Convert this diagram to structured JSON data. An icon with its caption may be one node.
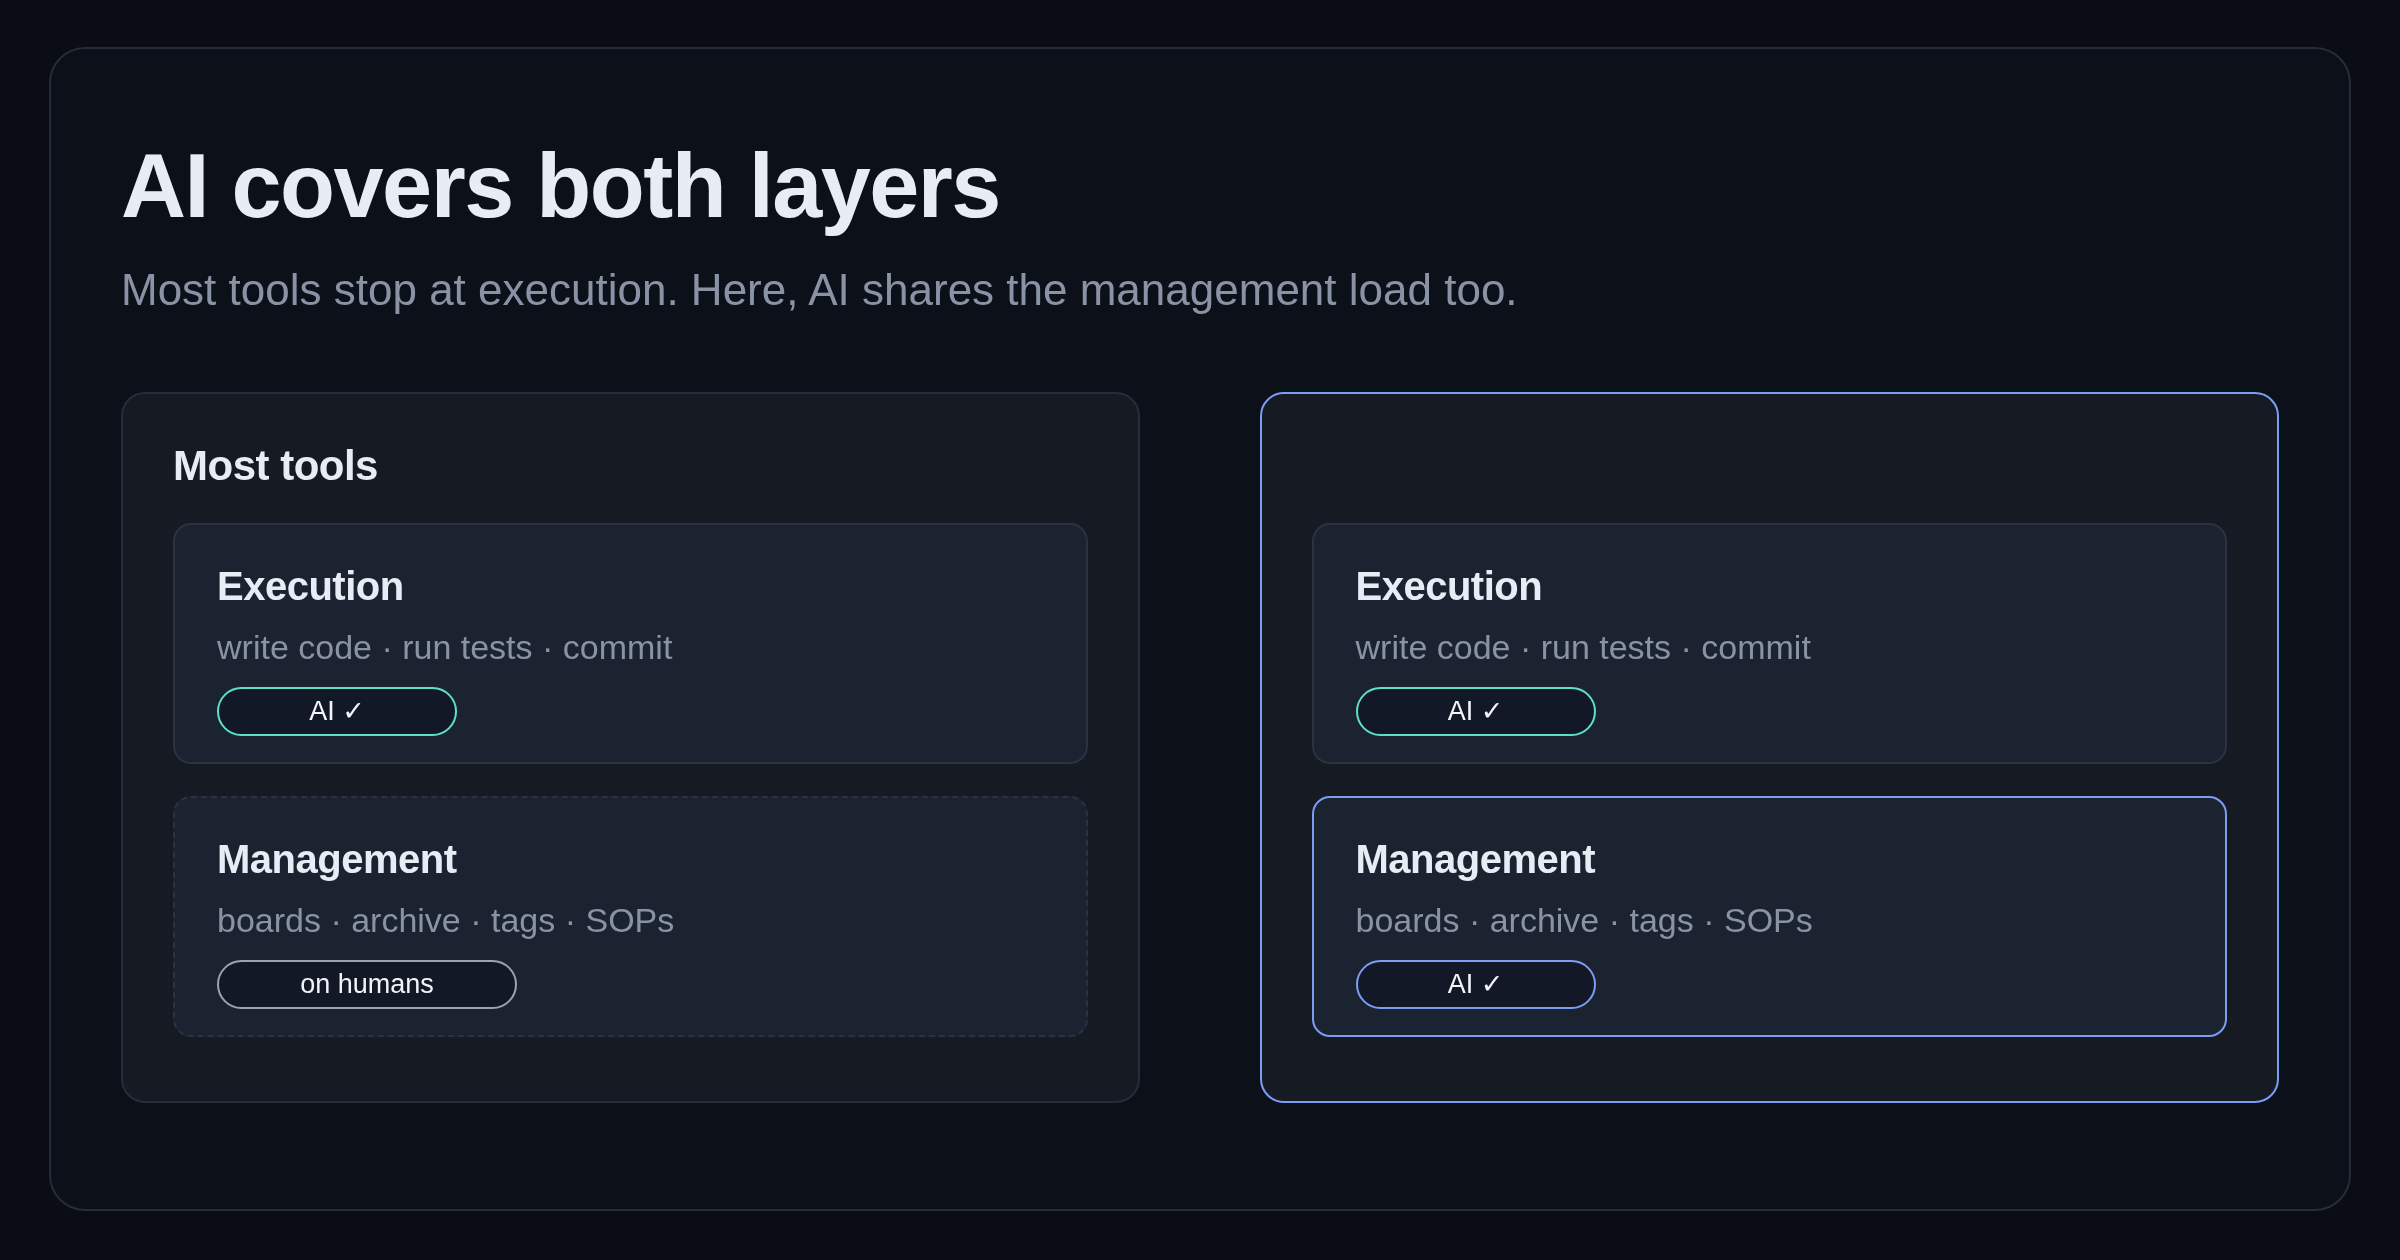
{
  "diagram": {
    "title": "AI covers both layers",
    "nodes": [
      {
        "text": [
          "Most tools"
        ]
      },
      {
        "text": [
          "Execution",
          "write code · run tests · commit"
        ],
        "in": 0
      },
      {
        "text": [
          "AI ✓"
        ],
        "in": 1
      },
      {
        "text": [
          "Management",
          "boards · archive · tags · SOPs"
        ],
        "in": 0
      },
      {
        "text": [
          "on humans"
        ],
        "in": 3
      },
      {
        "text": [],
        "shape": "box"
      },
      {
        "text": [
          "Execution",
          "write code · run tests · commit"
        ],
        "in": 5
      },
      {
        "text": [
          "AI ✓"
        ],
        "in": 6
      },
      {
        "text": [
          "Management",
          "boards · archive · tags · SOPs"
        ],
        "in": 5
      },
      {
        "text": [
          "AI ✓"
        ],
        "in": 8
      }
    ],
    "labels": [
      "Most tools stop at execution. Here, AI shares the management load too."
    ]
  }
}
